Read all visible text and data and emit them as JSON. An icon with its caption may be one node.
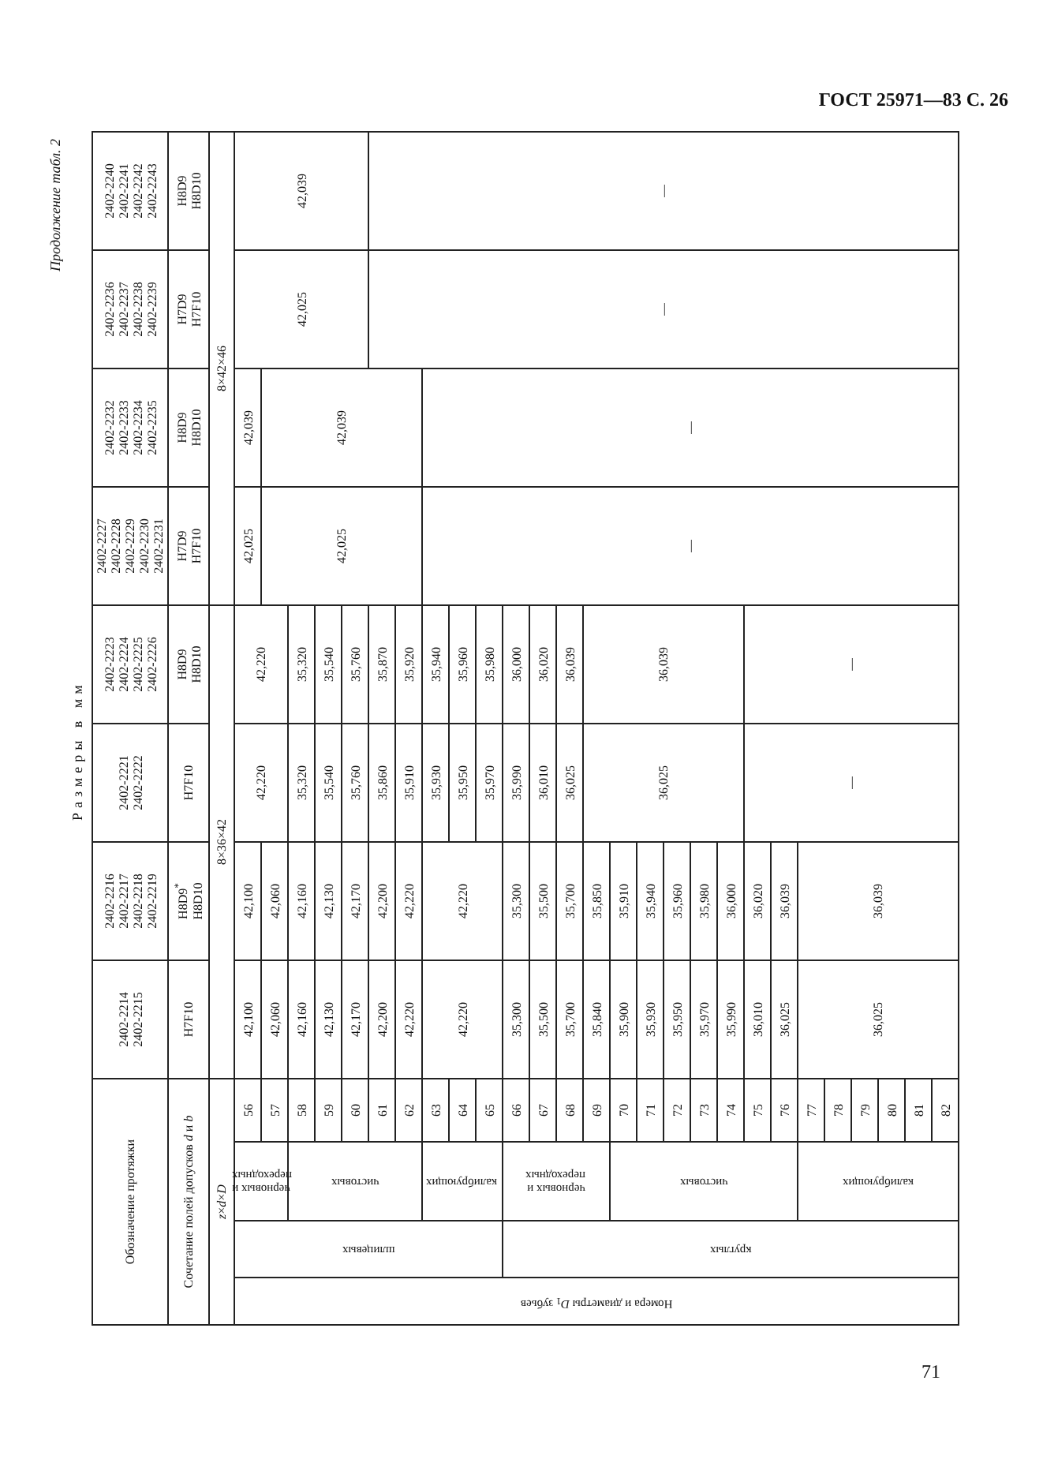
{
  "diagram": {
    "labels": [
      "ГОСТ 25971—83 С. 26",
      "Продолжение табл. 2",
      "Размеры в мм",
      "Обозначение протяжки",
      "2402-2214 2402-2215",
      "2402-2216 2402-2217 2402-2218 2402-2219",
      "2402-2221 2402-2222",
      "2402-2223 2402-2224 2402-2225 2402-2226",
      "2402-2227 2402-2228 2402-2229 2402-2230 2402-2231",
      "2402-2232 2402-2233 2402-2234 2402-2235",
      "2402-2236 2402-2237 2402-2238 2402-2239",
      "2402-2240 2402-2241 2402-2242 2402-2243",
      "Сочетание полей допусков *d* и *b*",
      "H7F10",
      "H8D9$^{*}$ H8D10",
      "H7F10",
      "H8D9 H8D10",
      "H7D9 H7F10",
      "H8D9 H8D10",
      "H7D9 H7F10",
      "H8D9 H8D10",
      "*z*×*d*×*D*",
      "8×36×42",
      "8×42×46",
      "Номера и диаметры *D*$_{1}$ зубьев",
      "шлицевых",
      "черновых и переходных",
      "56",
      "42,100",
      "42,100",
      "42,220",
      "42,220",
      "42,025",
      "42,039",
      "42,025",
      "42,039",
      "57",
      "42,060",
      "42,060",
      "42,025",
      "42,039",
      "чистовых",
      "58",
      "42,160",
      "42,160",
      "35,320",
      "35,320",
      "59",
      "42,130",
      "42,130",
      "35,540",
      "35,540",
      "60",
      "42,170",
      "42,170",
      "35,760",
      "35,760",
      "61",
      "42,200",
      "42,200",
      "35,860",
      "35,870",
      "—",
      "—",
      "62",
      "42,220",
      "42,220",
      "35,910",
      "35,920",
      "калибрующих",
      "63",
      "42,220",
      "42,220",
      "35,930",
      "35,940",
      "—",
      "—",
      "64",
      "35,950",
      "35,960",
      "65",
      "35,970",
      "35,980",
      "круглых",
      "черновых и переходных",
      "66",
      "35,300",
      "35,300",
      "35,990",
      "36,000",
      "67",
      "35,500",
      "35,500",
      "36,010",
      "36,020",
      "68",
      "35,700",
      "35,700",
      "36,025",
      "36,039",
      "69",
      "35,840",
      "35,850",
      "36,025",
      "36,039",
      "чистовых",
      "70",
      "35,900",
      "35,910",
      "71",
      "35,930",
      "35,940",
      "72",
      "35,950",
      "35,960",
      "73",
      "35,970",
      "35,980",
      "74",
      "35,990",
      "36,000",
      "75",
      "36,010",
      "36,020",
      "—",
      "—",
      "76",
      "36,025",
      "36,039",
      "калибрующих",
      "77",
      "36,025",
      "36,039",
      "78",
      "79",
      "80",
      "81",
      "82",
      "71"
    ]
  }
}
